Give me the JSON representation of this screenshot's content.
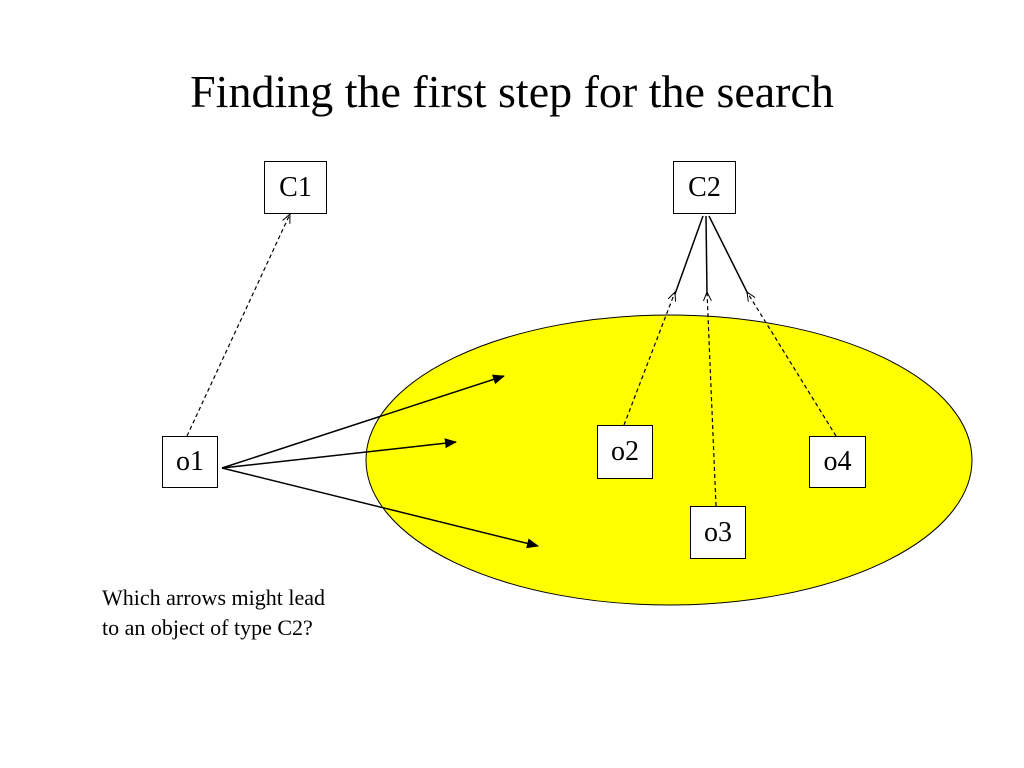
{
  "slide": {
    "title": "Finding the first step for the search",
    "highlight_color": "#FFFF00",
    "nodes": {
      "c1": "C1",
      "c2": "C2",
      "o1": "o1",
      "o2": "o2",
      "o3": "o3",
      "o4": "o4"
    },
    "caption": {
      "line1": "Which arrows might lead",
      "line2": "to an object of type C2?"
    },
    "edges": [
      {
        "from": "o1",
        "to": "C1",
        "style": "dashed"
      },
      {
        "from": "o2",
        "to": "C2",
        "style": "dashed"
      },
      {
        "from": "o3",
        "to": "C2",
        "style": "dashed"
      },
      {
        "from": "o4",
        "to": "C2",
        "style": "dashed"
      },
      {
        "from": "C2",
        "to": "o2",
        "style": "solid"
      },
      {
        "from": "C2",
        "to": "o3",
        "style": "solid"
      },
      {
        "from": "C2",
        "to": "o4",
        "style": "solid"
      },
      {
        "from": "o1",
        "to": "region",
        "style": "solid",
        "count": 3
      }
    ]
  }
}
